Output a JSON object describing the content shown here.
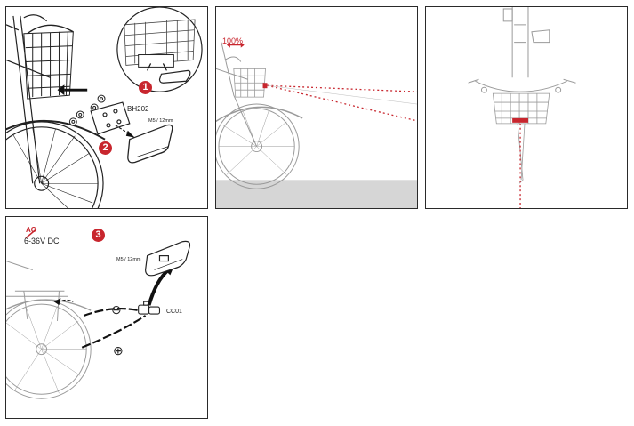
{
  "panel1": {
    "step1_badge": "1",
    "step2_badge": "2",
    "bracket_model": "BH202",
    "screw_spec": "M5 / 12mm"
  },
  "panel2": {
    "beam_percent": "100%"
  },
  "panel4": {
    "step3_badge": "3",
    "no_ac_label": "AC",
    "voltage_label": "6-36V DC",
    "screw_spec": "M5 / 12mm",
    "connector_model": "CC01",
    "minus_symbol": "⊖",
    "plus_symbol": "⊕"
  },
  "colors": {
    "accent_red": "#c8262e",
    "line_dark": "#1a1a1a",
    "line_light": "#9a9a9a",
    "ground_gray": "#d6d6d6"
  }
}
